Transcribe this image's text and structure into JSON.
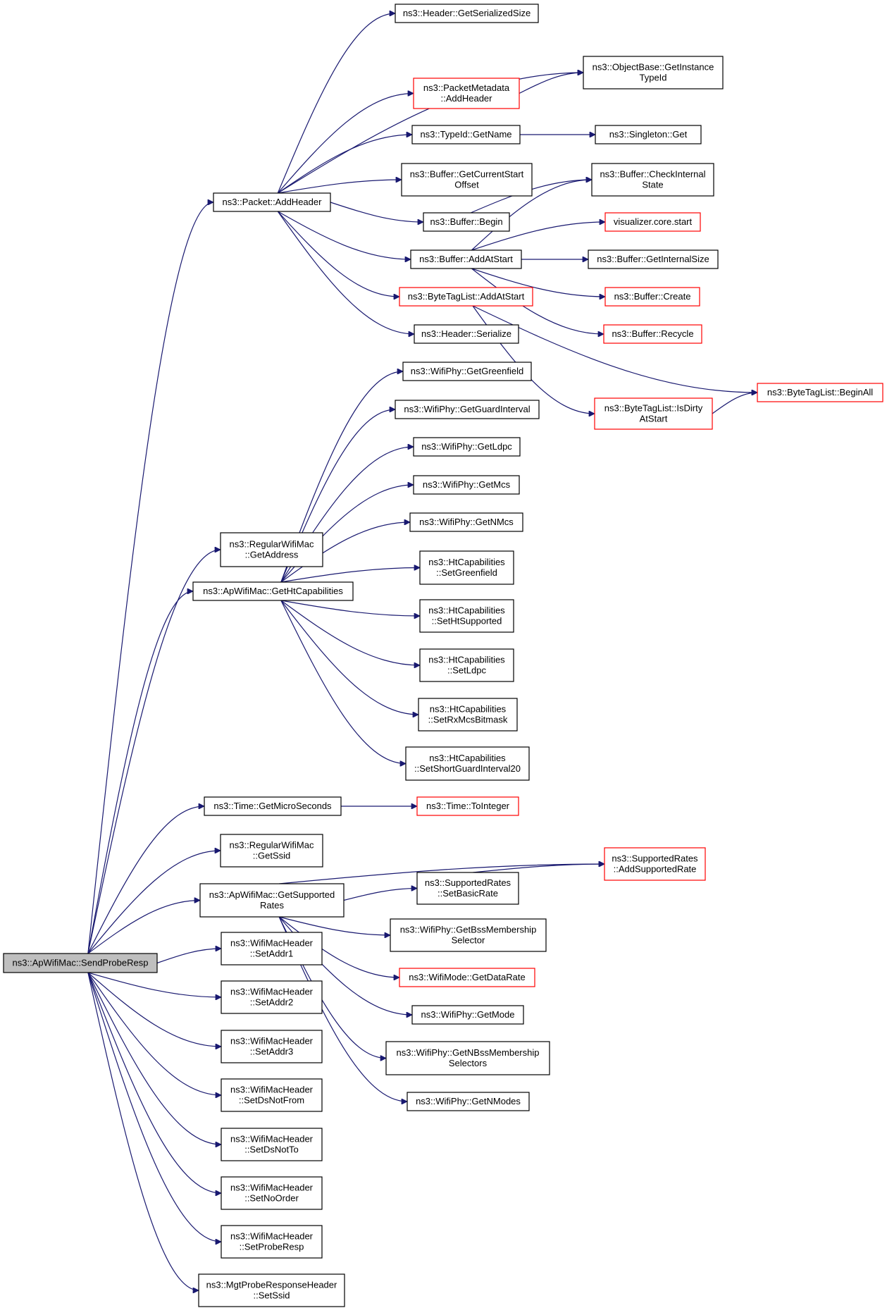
{
  "nodes": [
    {
      "id": "send_probe_resp",
      "lines": [
        "ns3::ApWifiMac::SendProbeResp"
      ],
      "style": "root"
    },
    {
      "id": "packet_add_header",
      "lines": [
        "ns3::Packet::AddHeader"
      ],
      "style": "normal"
    },
    {
      "id": "header_get_serialized_size",
      "lines": [
        "ns3::Header::GetSerializedSize"
      ],
      "style": "normal"
    },
    {
      "id": "objectbase_get_instance_typeid",
      "lines": [
        "ns3::ObjectBase::GetInstance",
        "TypeId"
      ],
      "style": "normal"
    },
    {
      "id": "packetmetadata_add_header",
      "lines": [
        "ns3::PacketMetadata",
        "::AddHeader"
      ],
      "style": "red"
    },
    {
      "id": "typeid_get_name",
      "lines": [
        "ns3::TypeId::GetName"
      ],
      "style": "normal"
    },
    {
      "id": "singleton_get",
      "lines": [
        "ns3::Singleton::Get"
      ],
      "style": "normal"
    },
    {
      "id": "buffer_get_current_start_offset",
      "lines": [
        "ns3::Buffer::GetCurrentStart",
        "Offset"
      ],
      "style": "normal"
    },
    {
      "id": "buffer_check_internal_state",
      "lines": [
        "ns3::Buffer::CheckInternal",
        "State"
      ],
      "style": "normal"
    },
    {
      "id": "buffer_begin",
      "lines": [
        "ns3::Buffer::Begin"
      ],
      "style": "normal"
    },
    {
      "id": "visualizer_core_start",
      "lines": [
        "visualizer.core.start"
      ],
      "style": "red"
    },
    {
      "id": "buffer_add_at_start",
      "lines": [
        "ns3::Buffer::AddAtStart"
      ],
      "style": "normal"
    },
    {
      "id": "buffer_get_internal_size",
      "lines": [
        "ns3::Buffer::GetInternalSize"
      ],
      "style": "normal"
    },
    {
      "id": "bytetaglist_add_at_start",
      "lines": [
        "ns3::ByteTagList::AddAtStart"
      ],
      "style": "red"
    },
    {
      "id": "buffer_create",
      "lines": [
        "ns3::Buffer::Create"
      ],
      "style": "red"
    },
    {
      "id": "header_serialize",
      "lines": [
        "ns3::Header::Serialize"
      ],
      "style": "normal"
    },
    {
      "id": "buffer_recycle",
      "lines": [
        "ns3::Buffer::Recycle"
      ],
      "style": "red"
    },
    {
      "id": "bytetaglist_begin_all",
      "lines": [
        "ns3::ByteTagList::BeginAll"
      ],
      "style": "red"
    },
    {
      "id": "bytetaglist_is_dirty_at_start",
      "lines": [
        "ns3::ByteTagList::IsDirty",
        "AtStart"
      ],
      "style": "red"
    },
    {
      "id": "wifiphy_get_greenfield",
      "lines": [
        "ns3::WifiPhy::GetGreenfield"
      ],
      "style": "normal"
    },
    {
      "id": "wifiphy_get_guard_interval",
      "lines": [
        "ns3::WifiPhy::GetGuardInterval"
      ],
      "style": "normal"
    },
    {
      "id": "wifiphy_get_ldpc",
      "lines": [
        "ns3::WifiPhy::GetLdpc"
      ],
      "style": "normal"
    },
    {
      "id": "wifiphy_get_mcs",
      "lines": [
        "ns3::WifiPhy::GetMcs"
      ],
      "style": "normal"
    },
    {
      "id": "wifiphy_get_nmcs",
      "lines": [
        "ns3::WifiPhy::GetNMcs"
      ],
      "style": "normal"
    },
    {
      "id": "regularwifimac_get_address",
      "lines": [
        "ns3::RegularWifiMac",
        "::GetAddress"
      ],
      "style": "normal"
    },
    {
      "id": "htcap_set_greenfield",
      "lines": [
        "ns3::HtCapabilities",
        "::SetGreenfield"
      ],
      "style": "normal"
    },
    {
      "id": "apwifimac_get_ht_capabilities",
      "lines": [
        "ns3::ApWifiMac::GetHtCapabilities"
      ],
      "style": "normal"
    },
    {
      "id": "htcap_set_ht_supported",
      "lines": [
        "ns3::HtCapabilities",
        "::SetHtSupported"
      ],
      "style": "normal"
    },
    {
      "id": "htcap_set_ldpc",
      "lines": [
        "ns3::HtCapabilities",
        "::SetLdpc"
      ],
      "style": "normal"
    },
    {
      "id": "htcap_set_rx_mcs_bitmask",
      "lines": [
        "ns3::HtCapabilities",
        "::SetRxMcsBitmask"
      ],
      "style": "normal"
    },
    {
      "id": "htcap_set_short_guard_interval20",
      "lines": [
        "ns3::HtCapabilities",
        "::SetShortGuardInterval20"
      ],
      "style": "normal"
    },
    {
      "id": "time_get_micro_seconds",
      "lines": [
        "ns3::Time::GetMicroSeconds"
      ],
      "style": "normal"
    },
    {
      "id": "time_to_integer",
      "lines": [
        "ns3::Time::ToInteger"
      ],
      "style": "red"
    },
    {
      "id": "regularwifimac_get_ssid",
      "lines": [
        "ns3::RegularWifiMac",
        "::GetSsid"
      ],
      "style": "normal"
    },
    {
      "id": "supportedrates_add_supported_rate",
      "lines": [
        "ns3::SupportedRates",
        "::AddSupportedRate"
      ],
      "style": "red"
    },
    {
      "id": "apwifimac_get_supported_rates",
      "lines": [
        "ns3::ApWifiMac::GetSupported",
        "Rates"
      ],
      "style": "normal"
    },
    {
      "id": "supportedrates_set_basic_rate",
      "lines": [
        "ns3::SupportedRates",
        "::SetBasicRate"
      ],
      "style": "normal"
    },
    {
      "id": "wifiphy_get_bss_membership_selector",
      "lines": [
        "ns3::WifiPhy::GetBssMembership",
        "Selector"
      ],
      "style": "normal"
    },
    {
      "id": "wifimacheader_set_addr1",
      "lines": [
        "ns3::WifiMacHeader",
        "::SetAddr1"
      ],
      "style": "normal"
    },
    {
      "id": "wifimode_get_data_rate",
      "lines": [
        "ns3::WifiMode::GetDataRate"
      ],
      "style": "red"
    },
    {
      "id": "wifimacheader_set_addr2",
      "lines": [
        "ns3::WifiMacHeader",
        "::SetAddr2"
      ],
      "style": "normal"
    },
    {
      "id": "wifiphy_get_mode",
      "lines": [
        "ns3::WifiPhy::GetMode"
      ],
      "style": "normal"
    },
    {
      "id": "wifimacheader_set_addr3",
      "lines": [
        "ns3::WifiMacHeader",
        "::SetAddr3"
      ],
      "style": "normal"
    },
    {
      "id": "wifiphy_get_nbss_membership_selectors",
      "lines": [
        "ns3::WifiPhy::GetNBssMembership",
        "Selectors"
      ],
      "style": "normal"
    },
    {
      "id": "wifimacheader_set_ds_not_from",
      "lines": [
        "ns3::WifiMacHeader",
        "::SetDsNotFrom"
      ],
      "style": "normal"
    },
    {
      "id": "wifiphy_get_nmodes",
      "lines": [
        "ns3::WifiPhy::GetNModes"
      ],
      "style": "normal"
    },
    {
      "id": "wifimacheader_set_ds_not_to",
      "lines": [
        "ns3::WifiMacHeader",
        "::SetDsNotTo"
      ],
      "style": "normal"
    },
    {
      "id": "wifimacheader_set_no_order",
      "lines": [
        "ns3::WifiMacHeader",
        "::SetNoOrder"
      ],
      "style": "normal"
    },
    {
      "id": "wifimacheader_set_probe_resp",
      "lines": [
        "ns3::WifiMacHeader",
        "::SetProbeResp"
      ],
      "style": "normal"
    },
    {
      "id": "mgtproberesponseheader_set_ssid",
      "lines": [
        "ns3::MgtProbeResponseHeader",
        "::SetSsid"
      ],
      "style": "normal"
    }
  ],
  "edges": [
    [
      "send_probe_resp",
      "packet_add_header"
    ],
    [
      "send_probe_resp",
      "regularwifimac_get_address"
    ],
    [
      "send_probe_resp",
      "apwifimac_get_ht_capabilities"
    ],
    [
      "send_probe_resp",
      "time_get_micro_seconds"
    ],
    [
      "send_probe_resp",
      "regularwifimac_get_ssid"
    ],
    [
      "send_probe_resp",
      "apwifimac_get_supported_rates"
    ],
    [
      "send_probe_resp",
      "wifimacheader_set_addr1"
    ],
    [
      "send_probe_resp",
      "wifimacheader_set_addr2"
    ],
    [
      "send_probe_resp",
      "wifimacheader_set_addr3"
    ],
    [
      "send_probe_resp",
      "wifimacheader_set_ds_not_from"
    ],
    [
      "send_probe_resp",
      "wifimacheader_set_ds_not_to"
    ],
    [
      "send_probe_resp",
      "wifimacheader_set_no_order"
    ],
    [
      "send_probe_resp",
      "wifimacheader_set_probe_resp"
    ],
    [
      "send_probe_resp",
      "mgtproberesponseheader_set_ssid"
    ],
    [
      "packet_add_header",
      "header_get_serialized_size"
    ],
    [
      "packet_add_header",
      "objectbase_get_instance_typeid"
    ],
    [
      "packet_add_header",
      "packetmetadata_add_header"
    ],
    [
      "packet_add_header",
      "typeid_get_name"
    ],
    [
      "packet_add_header",
      "buffer_get_current_start_offset"
    ],
    [
      "packet_add_header",
      "buffer_begin"
    ],
    [
      "packet_add_header",
      "buffer_add_at_start"
    ],
    [
      "packet_add_header",
      "bytetaglist_add_at_start"
    ],
    [
      "packet_add_header",
      "header_serialize"
    ],
    [
      "packetmetadata_add_header",
      "objectbase_get_instance_typeid"
    ],
    [
      "typeid_get_name",
      "singleton_get"
    ],
    [
      "buffer_begin",
      "buffer_check_internal_state"
    ],
    [
      "buffer_add_at_start",
      "buffer_check_internal_state"
    ],
    [
      "buffer_add_at_start",
      "visualizer_core_start"
    ],
    [
      "buffer_add_at_start",
      "buffer_get_internal_size"
    ],
    [
      "buffer_add_at_start",
      "buffer_create"
    ],
    [
      "buffer_add_at_start",
      "buffer_recycle"
    ],
    [
      "bytetaglist_add_at_start",
      "bytetaglist_begin_all"
    ],
    [
      "bytetaglist_add_at_start",
      "bytetaglist_is_dirty_at_start"
    ],
    [
      "bytetaglist_is_dirty_at_start",
      "bytetaglist_begin_all"
    ],
    [
      "apwifimac_get_ht_capabilities",
      "wifiphy_get_greenfield"
    ],
    [
      "apwifimac_get_ht_capabilities",
      "wifiphy_get_guard_interval"
    ],
    [
      "apwifimac_get_ht_capabilities",
      "wifiphy_get_ldpc"
    ],
    [
      "apwifimac_get_ht_capabilities",
      "wifiphy_get_mcs"
    ],
    [
      "apwifimac_get_ht_capabilities",
      "wifiphy_get_nmcs"
    ],
    [
      "apwifimac_get_ht_capabilities",
      "htcap_set_greenfield"
    ],
    [
      "apwifimac_get_ht_capabilities",
      "htcap_set_ht_supported"
    ],
    [
      "apwifimac_get_ht_capabilities",
      "htcap_set_ldpc"
    ],
    [
      "apwifimac_get_ht_capabilities",
      "htcap_set_rx_mcs_bitmask"
    ],
    [
      "apwifimac_get_ht_capabilities",
      "htcap_set_short_guard_interval20"
    ],
    [
      "time_get_micro_seconds",
      "time_to_integer"
    ],
    [
      "apwifimac_get_supported_rates",
      "supportedrates_add_supported_rate"
    ],
    [
      "apwifimac_get_supported_rates",
      "supportedrates_set_basic_rate"
    ],
    [
      "apwifimac_get_supported_rates",
      "wifiphy_get_bss_membership_selector"
    ],
    [
      "apwifimac_get_supported_rates",
      "wifimode_get_data_rate"
    ],
    [
      "apwifimac_get_supported_rates",
      "wifiphy_get_mode"
    ],
    [
      "apwifimac_get_supported_rates",
      "wifiphy_get_nbss_membership_selectors"
    ],
    [
      "apwifimac_get_supported_rates",
      "wifiphy_get_nmodes"
    ],
    [
      "supportedrates_set_basic_rate",
      "supportedrates_add_supported_rate"
    ]
  ],
  "colors": {
    "edge": "#191970",
    "node_border": "#000000",
    "node_border_red": "#ff0000",
    "root_fill": "#bfbfbf"
  }
}
